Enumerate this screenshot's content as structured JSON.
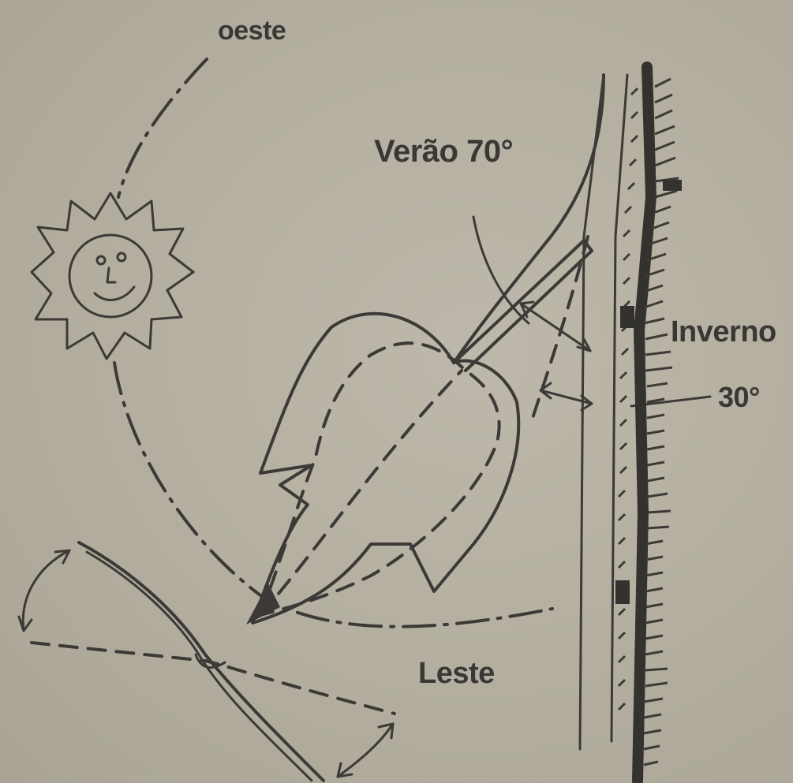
{
  "labels": {
    "west": "oeste",
    "summer": "Verão 70°",
    "winter": "Inverno",
    "winter_angle": "30°",
    "east": "Leste"
  },
  "colors": {
    "paper": "#b5b0a3",
    "ink": "#3c3a36"
  },
  "icons": {
    "sun": "smiling-sun-icon"
  }
}
